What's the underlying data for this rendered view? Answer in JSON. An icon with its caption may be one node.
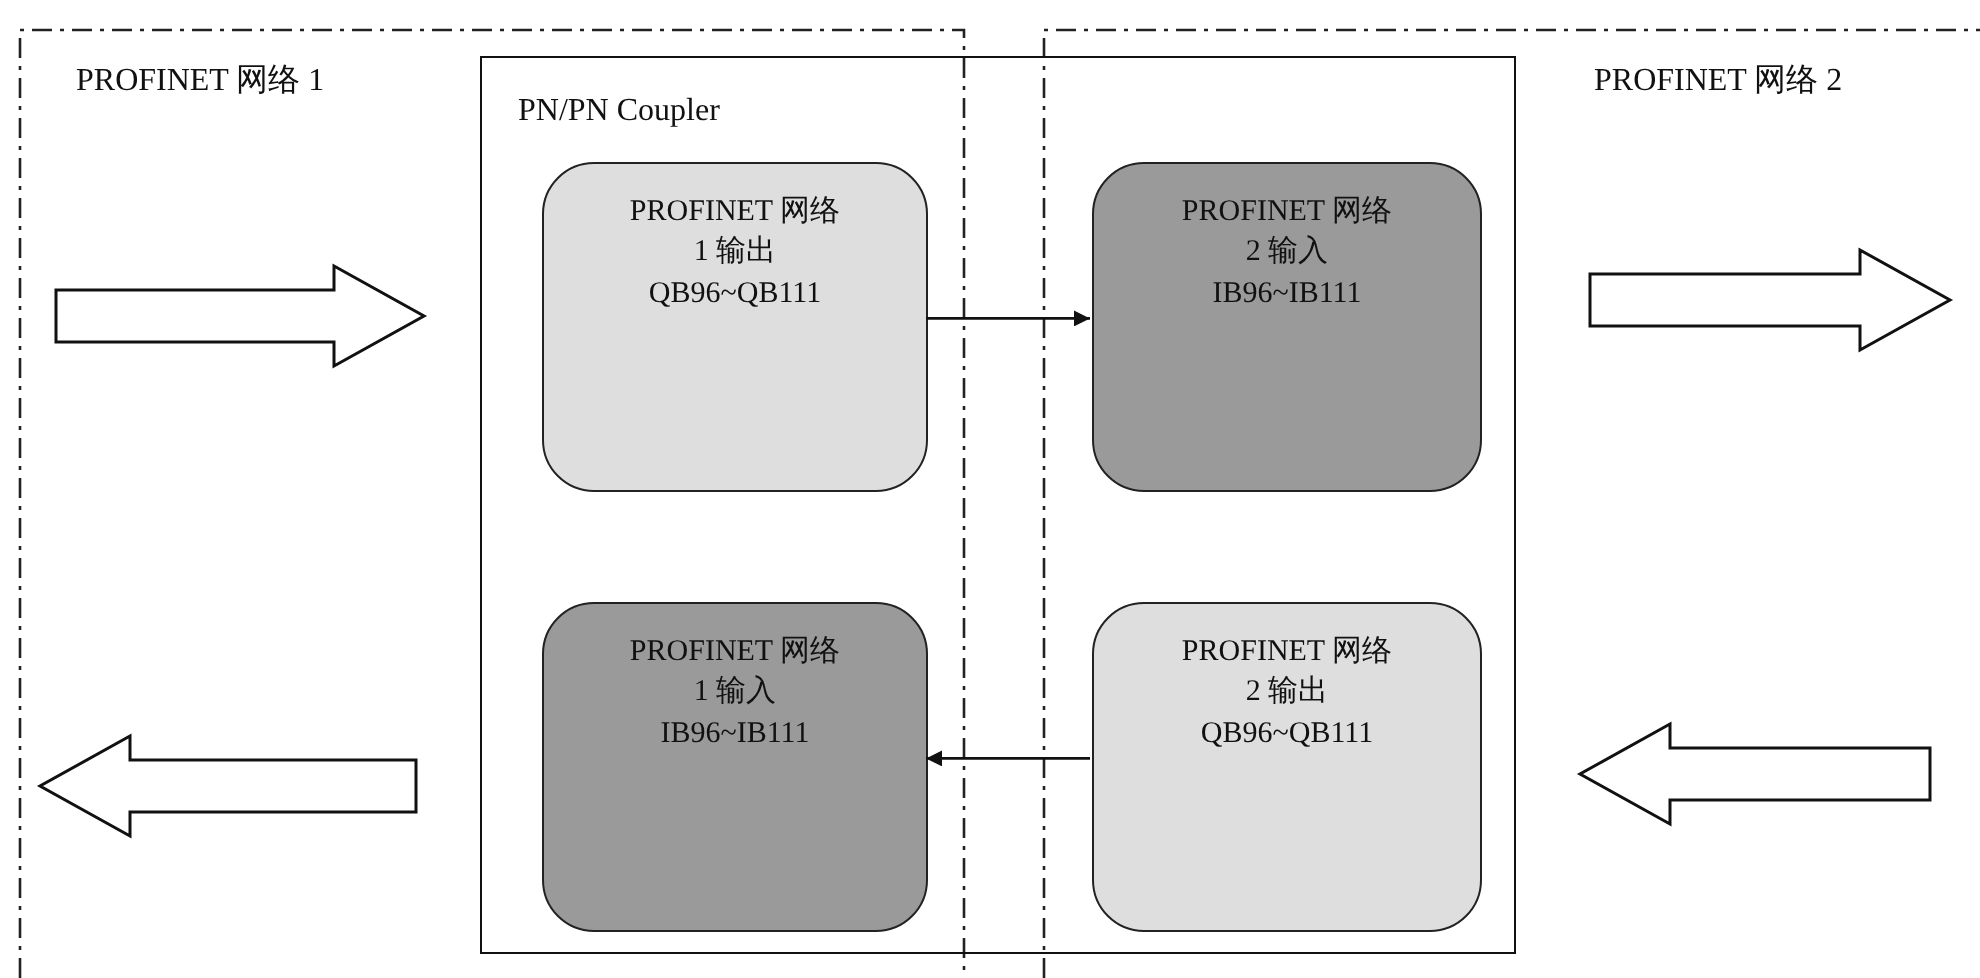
{
  "diagram": {
    "nodes": [
      {
        "text": [
          "PN/PN Coupler"
        ]
      },
      {
        "text": [
          "PROFINET 网络 1 输出",
          "QB96~QB111"
        ],
        "in": 0
      },
      {
        "text": [
          "PROFINET 网络 2 输入",
          "IB96~IB111"
        ],
        "in": 0
      },
      {
        "text": [
          "PROFINET 网络 1 输入",
          "IB96~IB111"
        ],
        "in": 0
      },
      {
        "text": [
          "PROFINET 网络 2 输出",
          "QB96~QB111"
        ],
        "in": 0
      }
    ],
    "edges": [
      {
        "from": 1,
        "to": 2,
        "arrow": "to"
      },
      {
        "from": 4,
        "to": 3,
        "arrow": "to"
      }
    ],
    "labels": [
      "PROFINET 网络 1",
      "PROFINET 网络 2"
    ]
  }
}
